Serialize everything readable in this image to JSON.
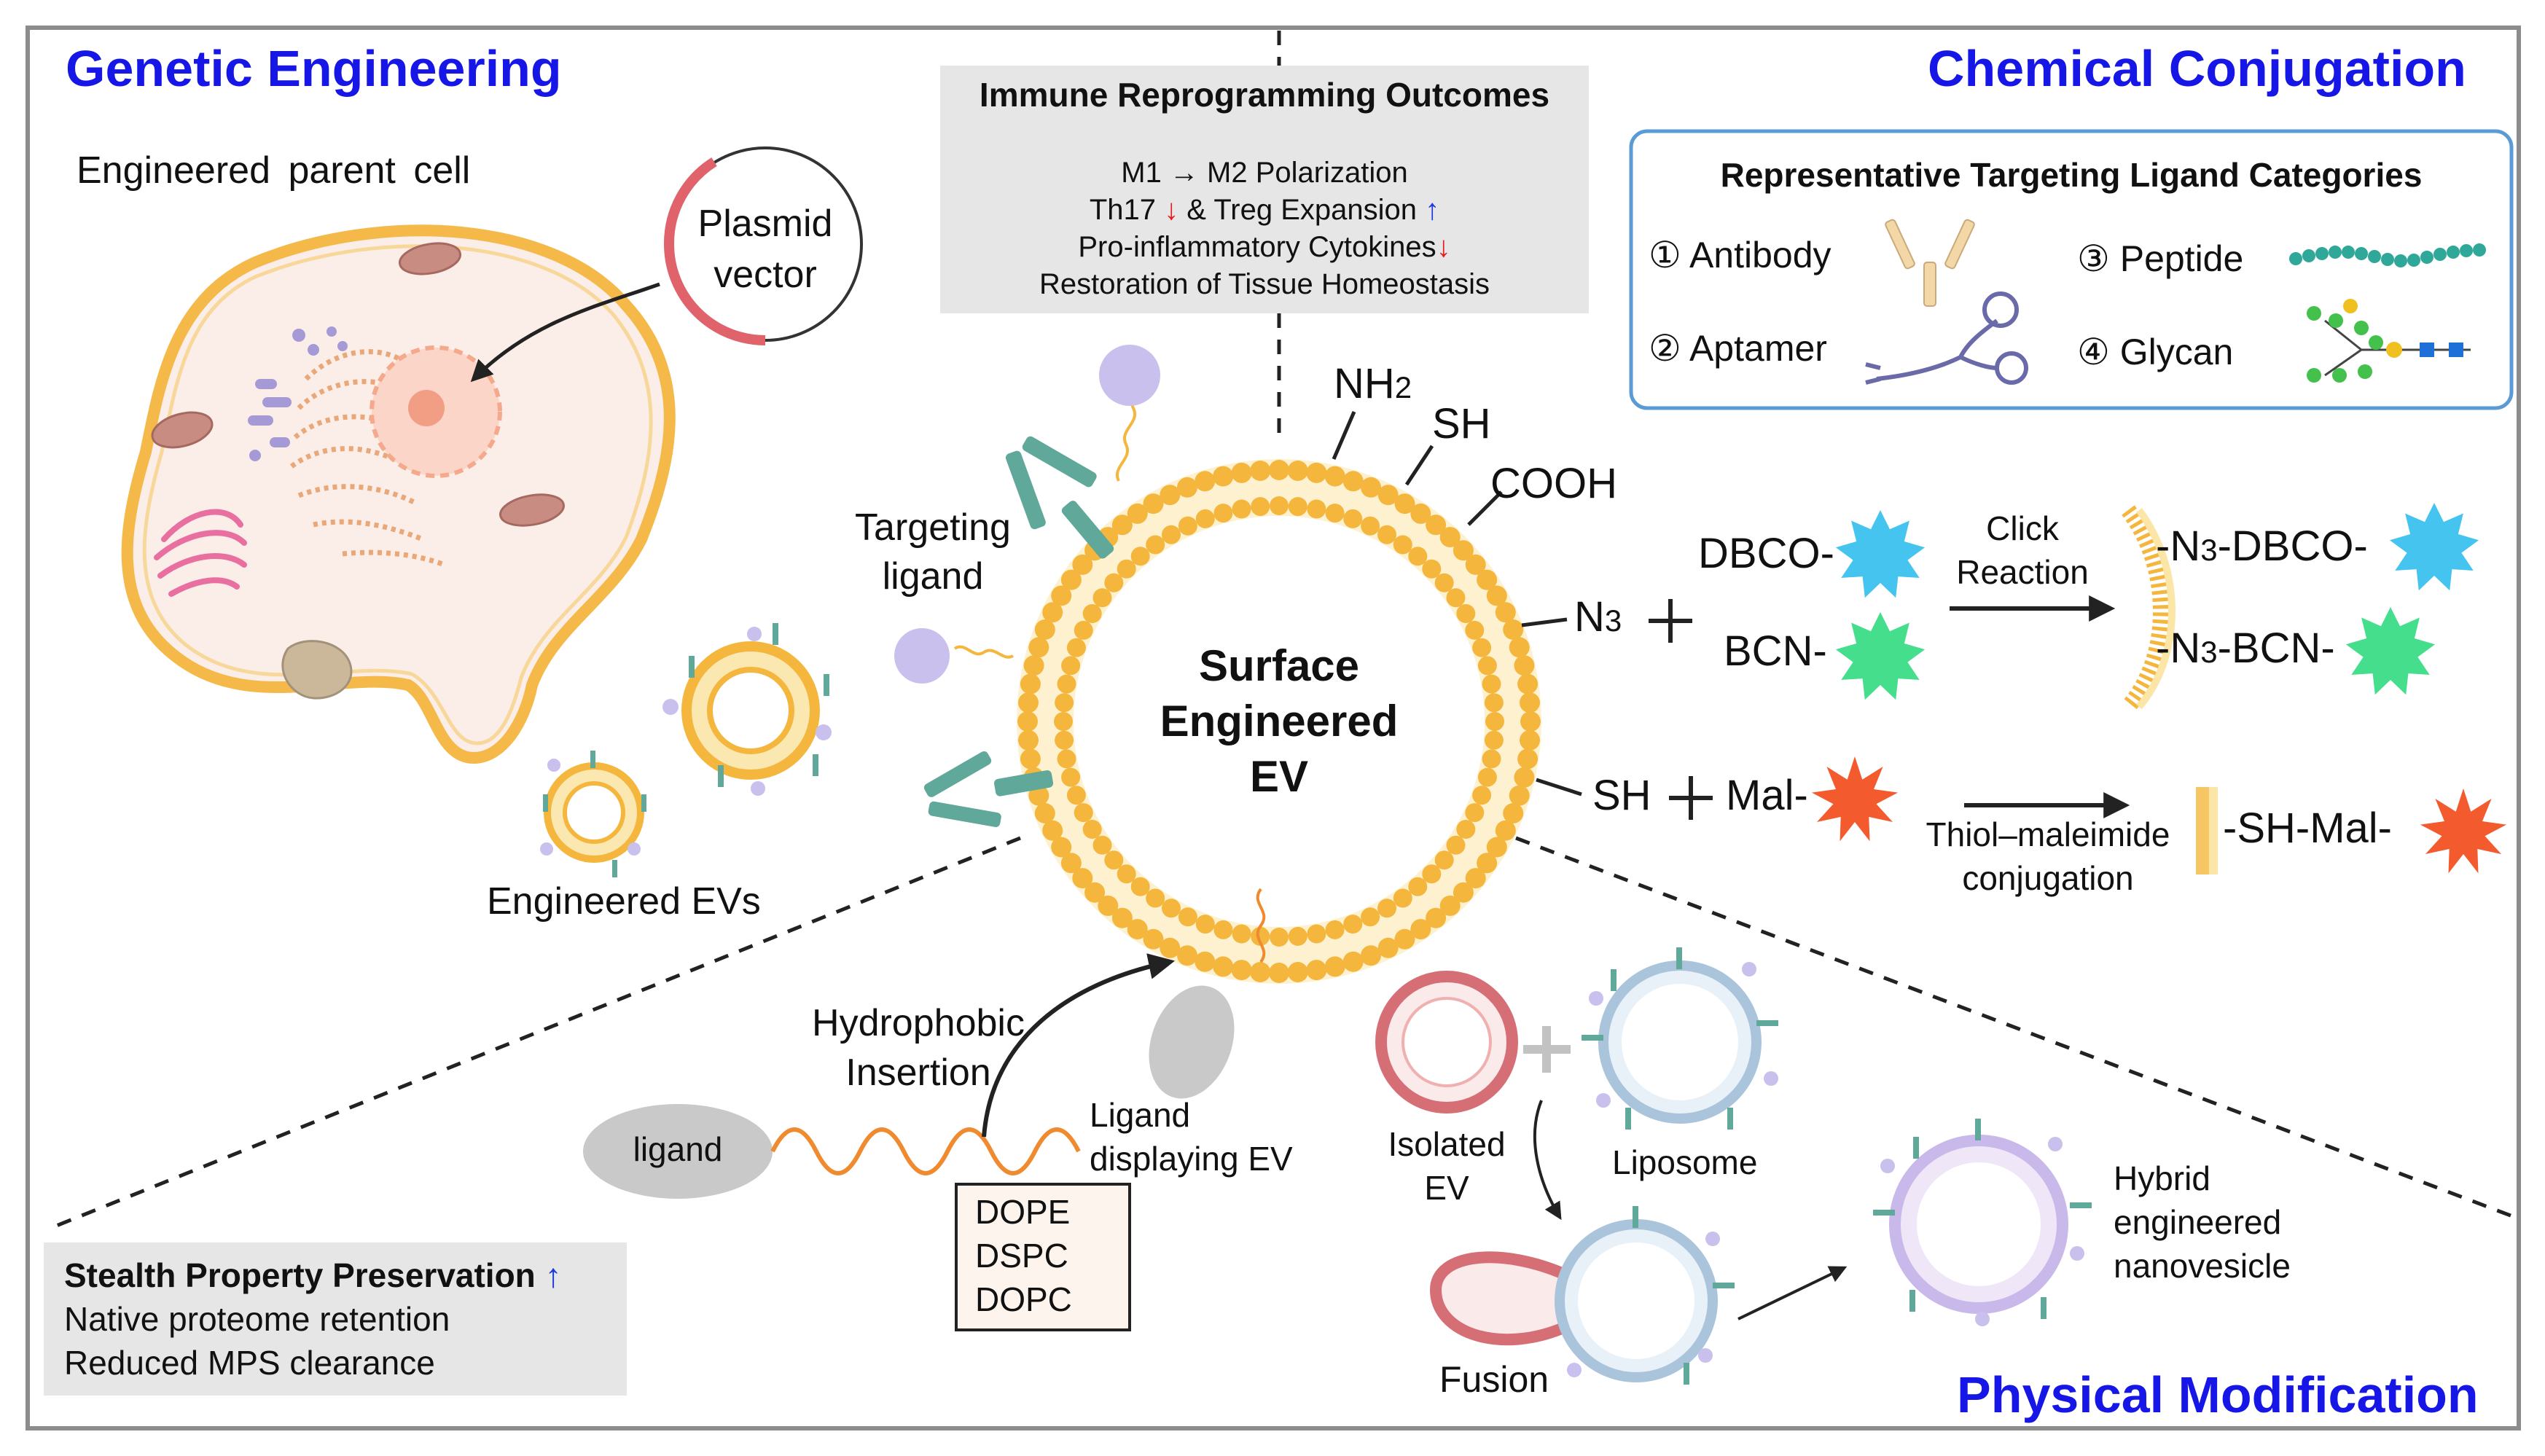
{
  "sections": {
    "genetic": "Genetic Engineering",
    "chemical": "Chemical Conjugation",
    "physical": "Physical Modification"
  },
  "genetic": {
    "parent_cell": "Engineered parent cell",
    "plasmid_l1": "Plasmid",
    "plasmid_l2": "vector",
    "evs": "Engineered EVs",
    "targeting_l1": "Targeting",
    "targeting_l2": "ligand"
  },
  "outcomes": {
    "title": "Immune Reprogramming Outcomes",
    "l1": "M1 → M2 Polarization",
    "l2a": "Th17",
    "l2b": "↓",
    "l2c": "& Treg Expansion",
    "l2d": "↑",
    "l3a": "Pro-inflammatory Cytokines",
    "l3b": "↓",
    "l4": "Restoration of Tissue Homeostasis"
  },
  "center": {
    "l1": "Surface",
    "l2": "Engineered",
    "l3": "EV"
  },
  "groups": {
    "nh2": "NH",
    "nh2_sub": "2",
    "sh": "SH",
    "cooh": "COOH",
    "n3": "N",
    "n3_sub": "3",
    "sh2": "SH"
  },
  "ligands": {
    "title": "Representative Targeting Ligand Categories",
    "i1": "① Antibody",
    "i2": "② Aptamer",
    "i3": "③ Peptide",
    "i4": "④ Glycan"
  },
  "click": {
    "dbco": "DBCO-",
    "bcn": "BCN-",
    "plus": "+",
    "reaction_l1": "Click",
    "reaction_l2": "Reaction",
    "p1_a": "-N",
    "p1_sub": "3",
    "p1_b": "-DBCO-",
    "p2_a": "-N",
    "p2_sub": "3",
    "p2_b": "-BCN-"
  },
  "thiol": {
    "plus": "+",
    "mal": "Mal-",
    "reaction_l1": "Thiol–maleimide",
    "reaction_l2": "conjugation",
    "product": "-SH-Mal-"
  },
  "physical": {
    "hydro_l1": "Hydrophobic",
    "hydro_l2": "Insertion",
    "ligand": "ligand",
    "lipid1": "DOPE",
    "lipid2": "DSPC",
    "lipid3": "DOPC",
    "ligand_ev_l1": "Ligand",
    "ligand_ev_l2": "displaying EV",
    "isolated_l1": "Isolated",
    "isolated_l2": "EV",
    "liposome": "Liposome",
    "fusion": "Fusion",
    "hybrid_l1": "Hybrid",
    "hybrid_l2": "engineered",
    "hybrid_l3": "nanovesicle",
    "plus": "+"
  },
  "stealth": {
    "title": "Stealth Property Preservation",
    "arrow": "↑",
    "l1": "Native proteome retention",
    "l2": "Reduced MPS clearance"
  },
  "colors": {
    "section_blue": "#1616e6",
    "lipid_orange": "#f4b63d",
    "lipid_fill": "#fdf1cf",
    "star_blue": "#44c4ee",
    "star_green": "#44de8c",
    "star_orange": "#f35a2e",
    "antibody_teal": "#5fa89a",
    "panel_gray": "#e6e6e6"
  }
}
